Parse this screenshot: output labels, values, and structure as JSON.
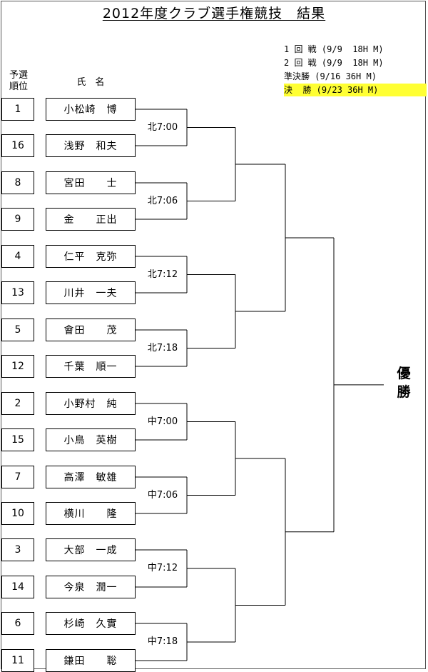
{
  "title": "2012年度クラブ選手権競技　結果",
  "schedule": [
    {
      "text": "1 回 戦 (9/9  18H M)",
      "highlight": false
    },
    {
      "text": "2 回 戦 (9/9  18H M)",
      "highlight": false
    },
    {
      "text": "準決勝 (9/16 36H M)",
      "highlight": false
    },
    {
      "text": "決  勝 (9/23 36H M)",
      "highlight": true
    }
  ],
  "headers": {
    "seed": "予選\n順位",
    "name": "氏　名"
  },
  "players": [
    {
      "seed": "1",
      "name": "小松崎　博"
    },
    {
      "seed": "16",
      "name": "浅野　和夫"
    },
    {
      "seed": "8",
      "name": "宮田　　士"
    },
    {
      "seed": "9",
      "name": "金　　正出"
    },
    {
      "seed": "4",
      "name": "仁平　克弥"
    },
    {
      "seed": "13",
      "name": "川井　一夫"
    },
    {
      "seed": "5",
      "name": "會田　　茂"
    },
    {
      "seed": "12",
      "name": "千葉　順一"
    },
    {
      "seed": "2",
      "name": "小野村　純"
    },
    {
      "seed": "15",
      "name": "小鳥　英樹"
    },
    {
      "seed": "7",
      "name": "高澤　敏雄"
    },
    {
      "seed": "10",
      "name": "横川　　隆"
    },
    {
      "seed": "3",
      "name": "大部　一成"
    },
    {
      "seed": "14",
      "name": "今泉　潤一"
    },
    {
      "seed": "6",
      "name": "杉崎　久實"
    },
    {
      "seed": "11",
      "name": "鎌田　　聡"
    }
  ],
  "tee_times": [
    "北7:00",
    "北7:06",
    "北7:12",
    "北7:18",
    "中7:00",
    "中7:06",
    "中7:12",
    "中7:18"
  ],
  "champion": "優\n勝",
  "colors": {
    "highlight": "#ffff33",
    "line": "#000000"
  }
}
